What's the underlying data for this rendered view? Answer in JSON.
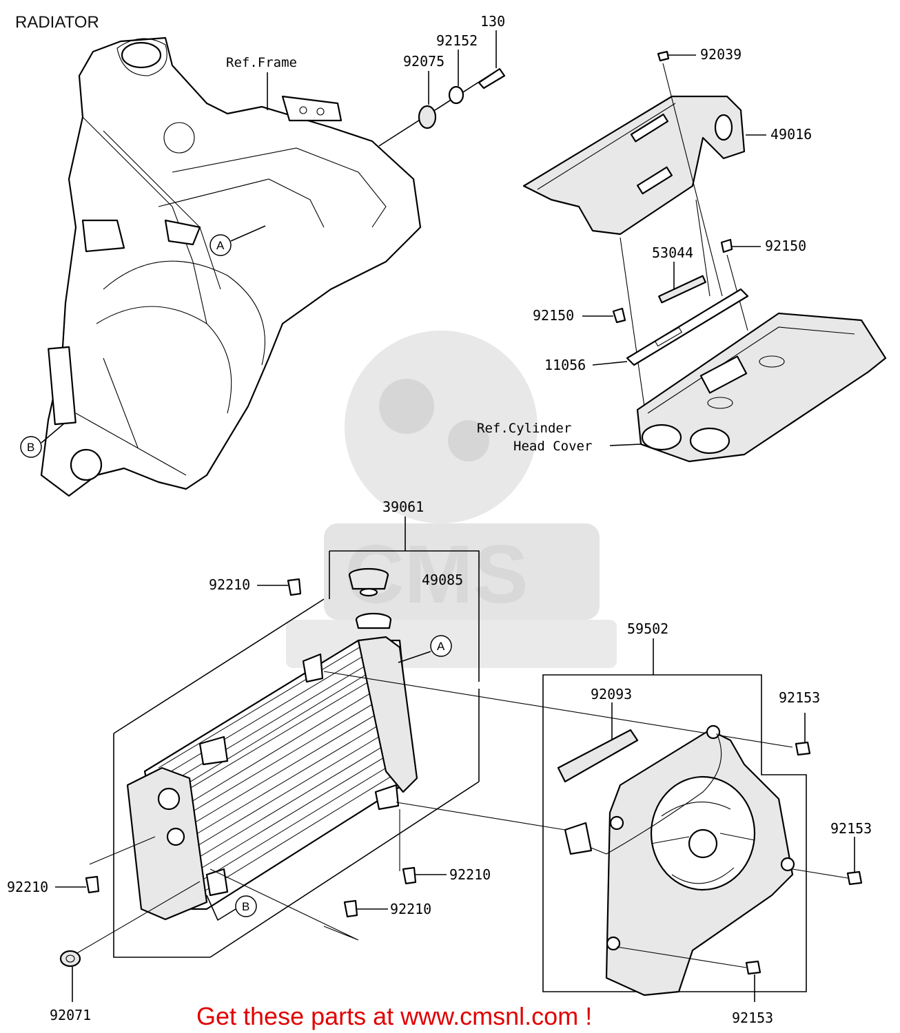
{
  "title": "RADIATOR",
  "banner": "Get these parts at www.cmsnl.com !",
  "watermark": "CMS",
  "refs": {
    "frame": "Ref.Frame",
    "cyl_1": "Ref.Cylinder",
    "cyl_2": "Head Cover"
  },
  "callouts": {
    "a": "A",
    "b": "B"
  },
  "parts": {
    "p130": "130",
    "p92152": "92152",
    "p92075": "92075",
    "p92039": "92039",
    "p49016": "49016",
    "p92150a": "92150",
    "p53044": "53044",
    "p92150b": "92150",
    "p11056": "11056",
    "p39061": "39061",
    "p92210a": "92210",
    "p49085": "49085",
    "p59502": "59502",
    "p92093": "92093",
    "p92153a": "92153",
    "p92153b": "92153",
    "p92153c": "92153",
    "p92210b": "92210",
    "p92210c": "92210",
    "p92210d": "92210",
    "p92071": "92071"
  }
}
